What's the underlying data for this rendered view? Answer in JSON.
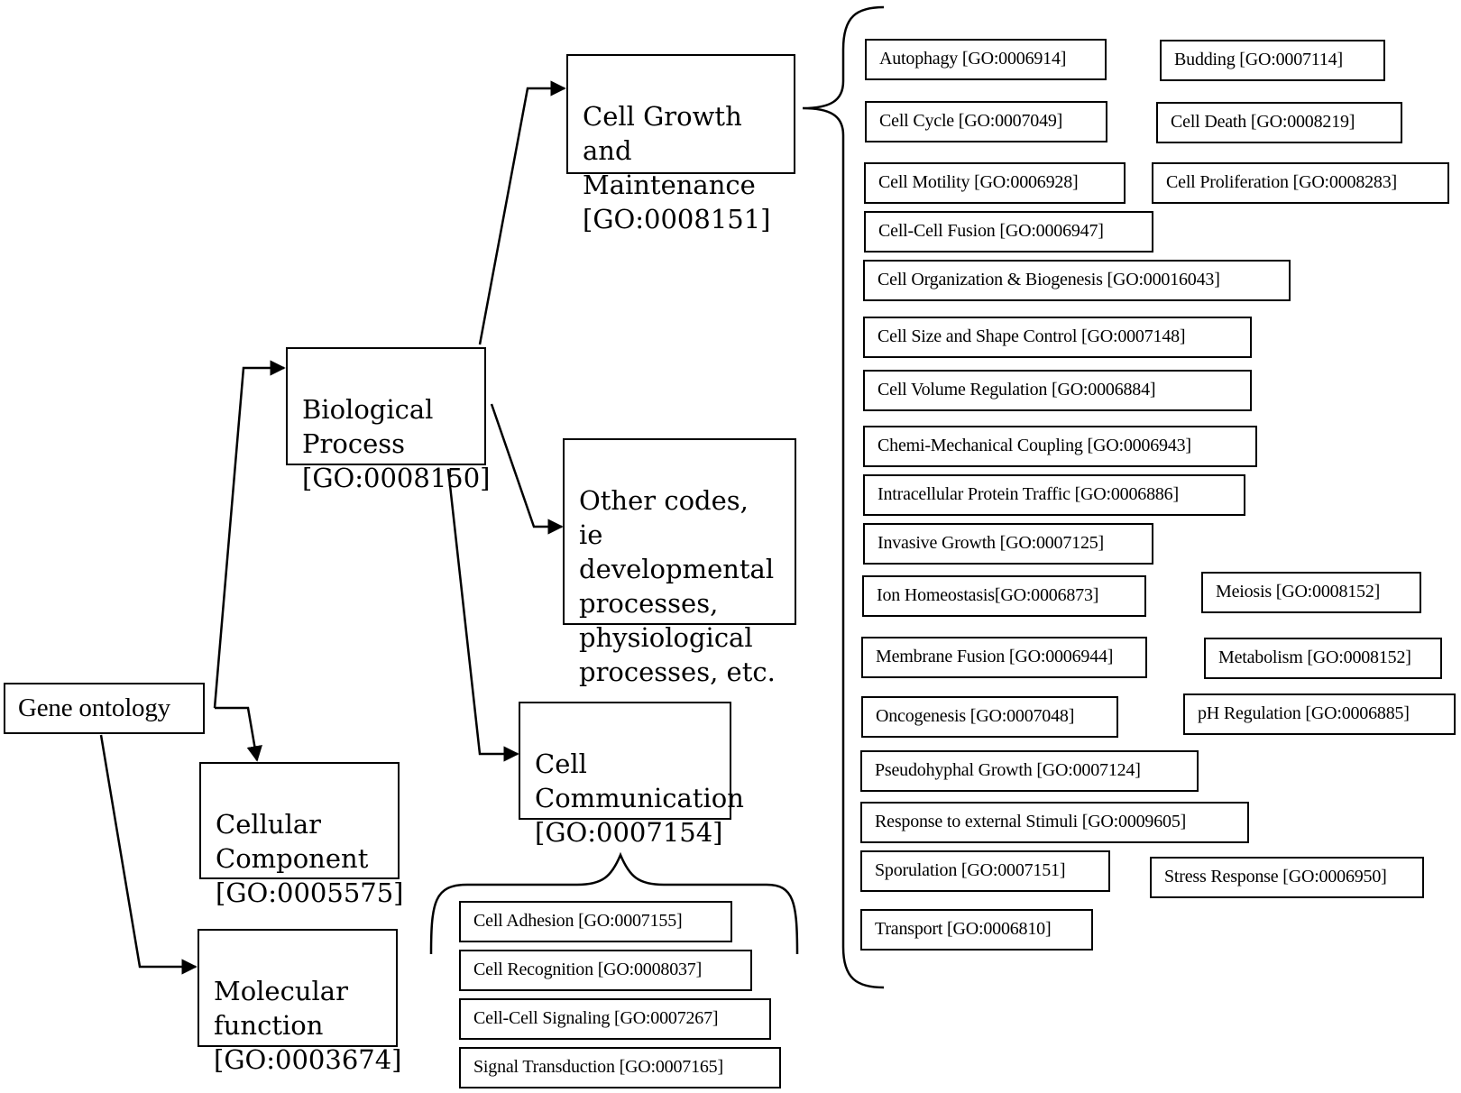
{
  "root": {
    "label": "Gene ontology"
  },
  "top_level": {
    "biological_process": "Biological\nProcess\n[GO:0008150]",
    "cellular_component": "Cellular\nComponent\n[GO:0005575]",
    "molecular_function": "Molecular\nfunction\n[GO:0003674]"
  },
  "second_level": {
    "cell_growth": "Cell Growth\nand Maintenance\n[GO:0008151]",
    "other_codes": "Other codes,\nie developmental\nprocesses,\nphysiological\nprocesses, etc.",
    "cell_communication": "Cell\nCommunication\n[GO:0007154]"
  },
  "cell_communication_terms": [
    "Cell Adhesion [GO:0007155]",
    "Cell Recognition [GO:0008037]",
    "Cell-Cell Signaling [GO:0007267]",
    "Signal Transduction [GO:0007165]"
  ],
  "cell_growth_terms": [
    "Autophagy [GO:0006914]",
    "Budding [GO:0007114]",
    "Cell Cycle [GO:0007049]",
    "Cell Death [GO:0008219]",
    "Cell Motility [GO:0006928]",
    "Cell Proliferation [GO:0008283]",
    "Cell-Cell Fusion [GO:0006947]",
    "Cell Organization & Biogenesis [GO:00016043]",
    "Cell Size and Shape Control [GO:0007148]",
    "Cell Volume Regulation [GO:0006884]",
    "Chemi-Mechanical Coupling [GO:0006943]",
    "Intracellular Protein Traffic [GO:0006886]",
    "Invasive Growth [GO:0007125]",
    "Ion Homeostasis[GO:0006873]",
    "Meiosis [GO:0008152]",
    "Membrane Fusion [GO:0006944]",
    "Metabolism [GO:0008152]",
    "Oncogenesis [GO:0007048]",
    "pH Regulation [GO:0006885]",
    "Pseudohyphal Growth [GO:0007124]",
    "Response to external Stimuli [GO:0009605]",
    "Sporulation [GO:0007151]",
    "Stress Response [GO:0006950]",
    "Transport [GO:0006810]"
  ]
}
